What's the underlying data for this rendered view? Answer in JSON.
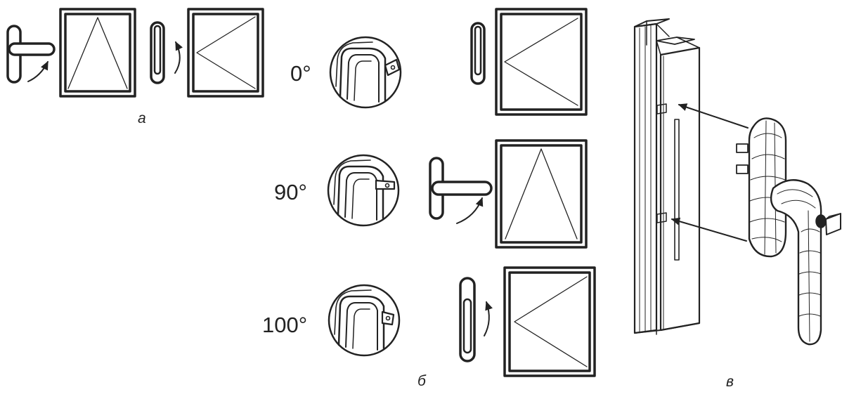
{
  "angles": {
    "zero": "0°",
    "ninety": "90°",
    "hundred": "100°"
  },
  "captions": {
    "a": "а",
    "b": "б",
    "v": "в"
  },
  "colors": {
    "line": "#222222",
    "background": "#ffffff"
  }
}
